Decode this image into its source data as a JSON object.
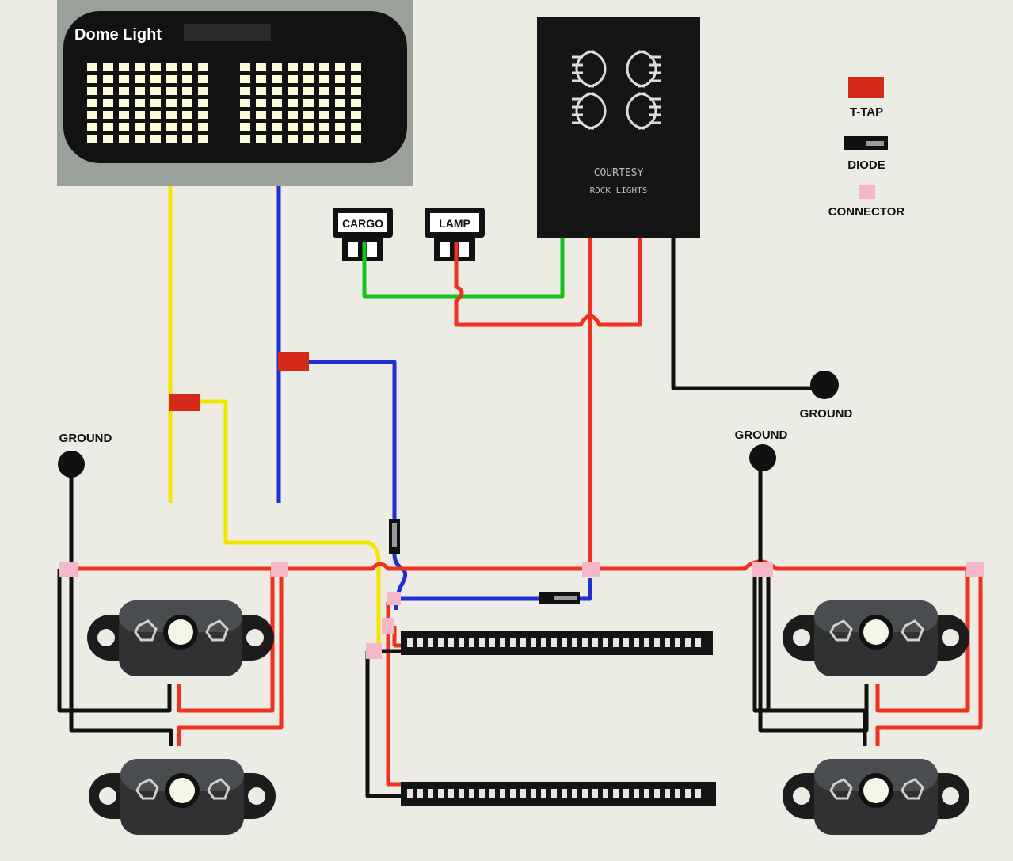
{
  "dome_light": {
    "label": "Dome Light"
  },
  "module": {
    "line1": "COURTESY",
    "line2": "ROCK LIGHTS"
  },
  "switches": {
    "cargo": "CARGO",
    "lamp": "LAMP"
  },
  "legend": {
    "ttap": {
      "label": "T-TAP",
      "color": "#d42a1a"
    },
    "diode": {
      "label": "DIODE",
      "color": "#111111"
    },
    "connector": {
      "label": "CONNECTOR",
      "color": "#f4b6c8"
    }
  },
  "grounds": {
    "module": "GROUND",
    "left": "GROUND",
    "right": "GROUND"
  },
  "wire_colors": {
    "yellow": "#f2e600",
    "blue": "#1f2ed6",
    "green": "#16c21e",
    "red": "#f0311f",
    "black": "#111111"
  }
}
